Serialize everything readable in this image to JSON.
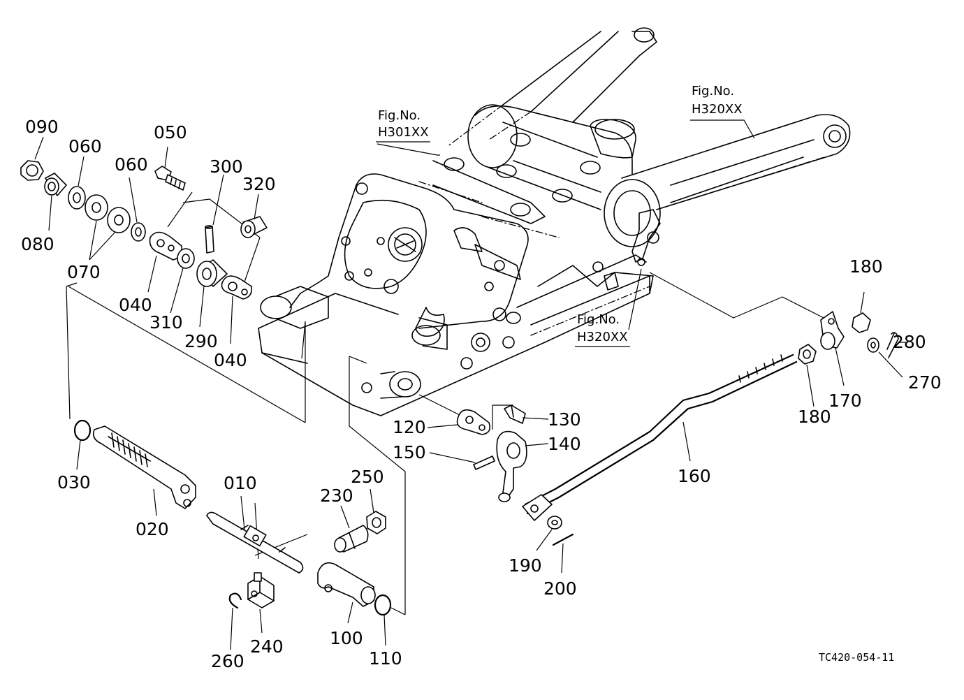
{
  "fig_refs": [
    {
      "label": "Fig.No.",
      "code": "H301XX"
    },
    {
      "label": "Fig.No.",
      "code": "H320XX"
    },
    {
      "label": "Fig.No.",
      "code": "H320XX"
    }
  ],
  "parts": {
    "p010": "010",
    "p020": "020",
    "p030": "030",
    "p040a": "040",
    "p040b": "040",
    "p050": "050",
    "p060a": "060",
    "p060b": "060",
    "p070": "070",
    "p080": "080",
    "p090": "090",
    "p100": "100",
    "p110": "110",
    "p120": "120",
    "p130": "130",
    "p140": "140",
    "p150": "150",
    "p160": "160",
    "p170": "170",
    "p180a": "180",
    "p180b": "180",
    "p190": "190",
    "p200": "200",
    "p230": "230",
    "p240": "240",
    "p250": "250",
    "p260": "260",
    "p270": "270",
    "p280": "280",
    "p290": "290",
    "p300": "300",
    "p310": "310",
    "p320": "320"
  },
  "drawing_code": "TC420-054-11"
}
